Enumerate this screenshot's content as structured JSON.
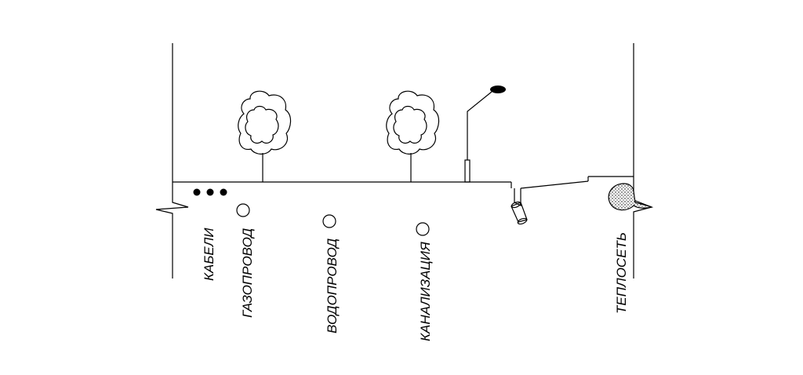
{
  "labels": {
    "cables": "КАБЕЛИ",
    "gas": "ГАЗОПРОВОД",
    "water": "ВОДОПРОВОД",
    "sewer": "КАНАЛИЗАЦИЯ",
    "heating": "ТЕПЛОСЕТЬ"
  },
  "colors": {
    "stroke": "#000000",
    "background": "#ffffff"
  },
  "icons": [
    "tree-icon",
    "street-lamp-icon",
    "drain-pipe-icon",
    "heating-pipe-icon",
    "cable-icon",
    "pipe-icon"
  ]
}
